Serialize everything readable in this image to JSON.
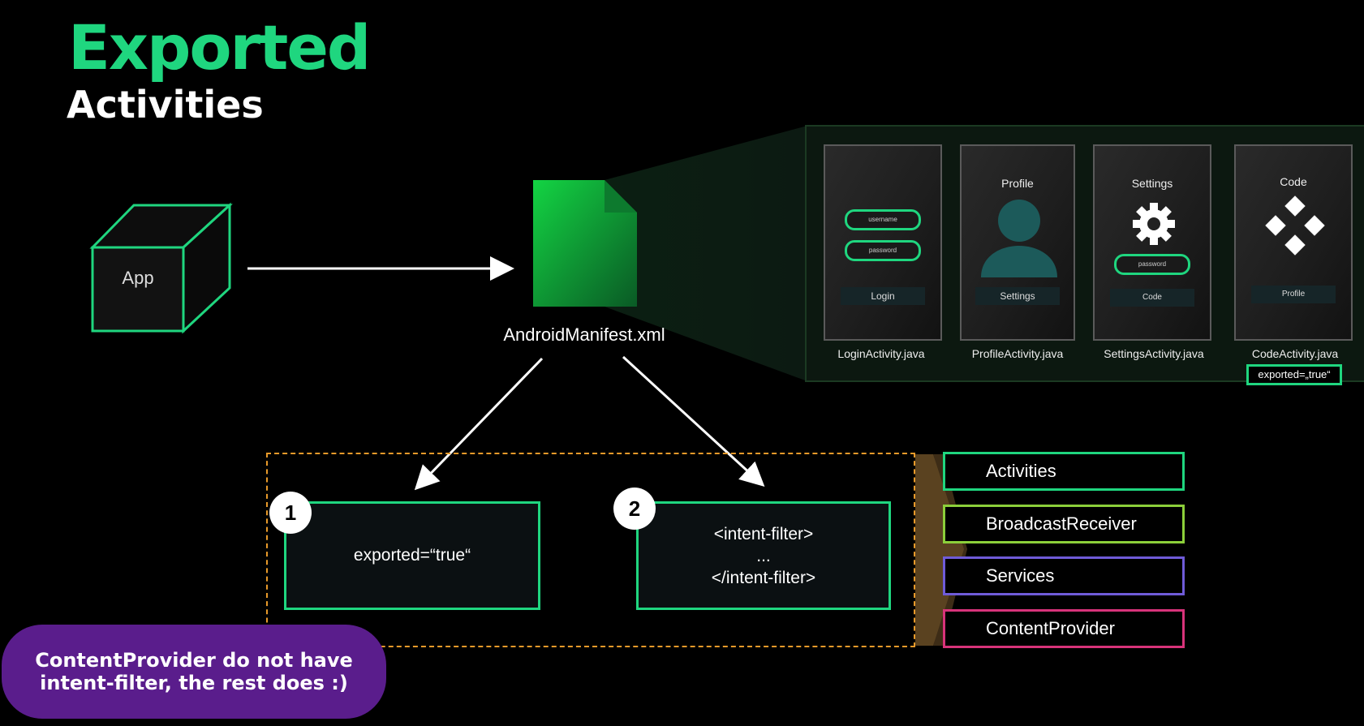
{
  "title": "Exported",
  "subtitle": "Activities",
  "app_label": "App",
  "manifest_label": "AndroidManifest.xml",
  "activities": [
    {
      "title": "",
      "fields": [
        "username",
        "password"
      ],
      "button": "Login",
      "file": "LoginActivity.java",
      "icon": "login-form"
    },
    {
      "title": "Profile",
      "fields": [],
      "button": "Settings",
      "file": "ProfileActivity.java",
      "icon": "person-icon"
    },
    {
      "title": "Settings",
      "fields": [
        "password"
      ],
      "button": "Code",
      "file": "SettingsActivity.java",
      "icon": "gear-icon"
    },
    {
      "title": "Code",
      "fields": [],
      "button": "Profile",
      "file": "CodeActivity.java",
      "icon": "code-diamond-icon"
    }
  ],
  "exported_badge": "exported=„true“",
  "option1": {
    "number": "1",
    "text": "exported=“true“"
  },
  "option2": {
    "number": "2",
    "lines": [
      "<intent-filter>",
      "...",
      "</intent-filter>"
    ]
  },
  "components": [
    {
      "label": "Activities",
      "color": "#1fd67f"
    },
    {
      "label": "BroadcastReceiver",
      "color": "#8ccf3a"
    },
    {
      "label": "Services",
      "color": "#6f5bd8"
    },
    {
      "label": "ContentProvider",
      "color": "#d8337a"
    }
  ],
  "note": {
    "line1": "ContentProvider do not have",
    "line2": "intent-filter, the rest does :)"
  },
  "colors": {
    "accent": "#1fd67f",
    "dashed": "#e89a2a",
    "bubble": "#5a1d8c",
    "arrow_fill": "#5a4220"
  }
}
